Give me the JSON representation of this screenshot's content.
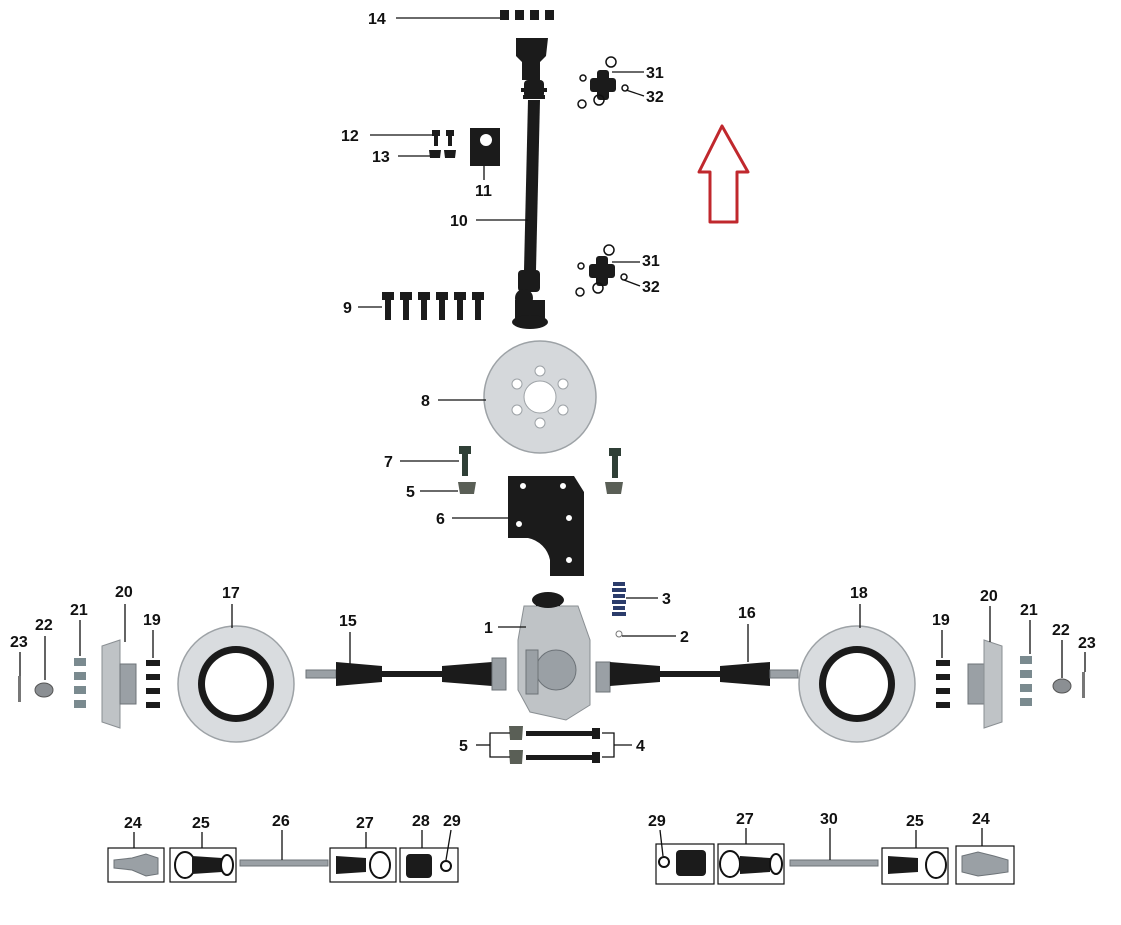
{
  "diagram": {
    "callouts": [
      {
        "id": "c14",
        "text": "14"
      },
      {
        "id": "c31a",
        "text": "31"
      },
      {
        "id": "c32a",
        "text": "32"
      },
      {
        "id": "c12",
        "text": "12"
      },
      {
        "id": "c13",
        "text": "13"
      },
      {
        "id": "c11",
        "text": "11"
      },
      {
        "id": "c10",
        "text": "10"
      },
      {
        "id": "c31b",
        "text": "31"
      },
      {
        "id": "c32b",
        "text": "32"
      },
      {
        "id": "c9",
        "text": "9"
      },
      {
        "id": "c8",
        "text": "8"
      },
      {
        "id": "c7",
        "text": "7"
      },
      {
        "id": "c5a",
        "text": "5"
      },
      {
        "id": "c6",
        "text": "6"
      },
      {
        "id": "c3",
        "text": "3"
      },
      {
        "id": "c1",
        "text": "1"
      },
      {
        "id": "c2",
        "text": "2"
      },
      {
        "id": "c15",
        "text": "15"
      },
      {
        "id": "c16",
        "text": "16"
      },
      {
        "id": "c17",
        "text": "17"
      },
      {
        "id": "c18",
        "text": "18"
      },
      {
        "id": "c20a",
        "text": "20"
      },
      {
        "id": "c21a",
        "text": "21"
      },
      {
        "id": "c19a",
        "text": "19"
      },
      {
        "id": "c22a",
        "text": "22"
      },
      {
        "id": "c23a",
        "text": "23"
      },
      {
        "id": "c19b",
        "text": "19"
      },
      {
        "id": "c20b",
        "text": "20"
      },
      {
        "id": "c21b",
        "text": "21"
      },
      {
        "id": "c22b",
        "text": "22"
      },
      {
        "id": "c23b",
        "text": "23"
      },
      {
        "id": "c5b",
        "text": "5"
      },
      {
        "id": "c4",
        "text": "4"
      },
      {
        "id": "c24a",
        "text": "24"
      },
      {
        "id": "c25a",
        "text": "25"
      },
      {
        "id": "c26",
        "text": "26"
      },
      {
        "id": "c27a",
        "text": "27"
      },
      {
        "id": "c28",
        "text": "28"
      },
      {
        "id": "c29a",
        "text": "29"
      },
      {
        "id": "c29b",
        "text": "29"
      },
      {
        "id": "c27b",
        "text": "27"
      },
      {
        "id": "c30",
        "text": "30"
      },
      {
        "id": "c25b",
        "text": "25"
      },
      {
        "id": "c24b",
        "text": "24"
      }
    ],
    "colors": {
      "arrow": "#c0282d",
      "ink": "#111111",
      "metal": "#bfc3c6",
      "bolt": "#2f3f36"
    },
    "icons": {
      "arrow": "up-arrow-icon"
    }
  }
}
